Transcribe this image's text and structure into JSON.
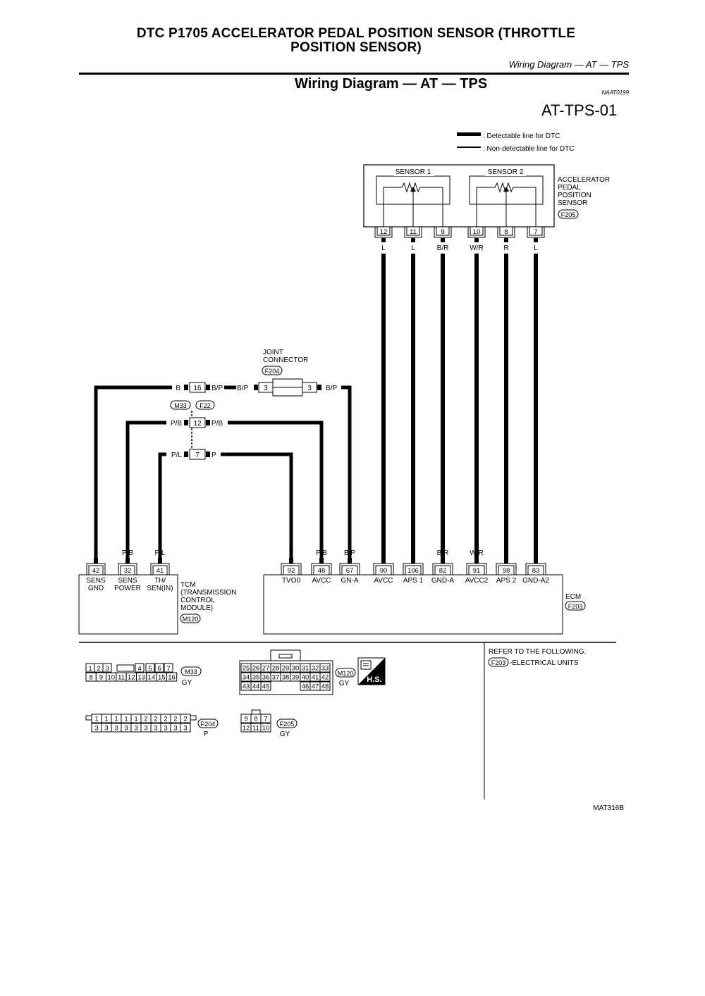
{
  "header": {
    "title_line1": "DTC P1705 ACCELERATOR PEDAL POSITION SENSOR (THROTTLE",
    "title_line2": "POSITION SENSOR)",
    "subtitle": "Wiring Diagram — AT — TPS"
  },
  "diagram": {
    "section_title": "Wiring Diagram — AT — TPS",
    "ref_code": "NAAT0199",
    "diagram_id": "AT-TPS-01",
    "legend": {
      "detectable": ": Detectable line for DTC",
      "non_detectable": ": Non-detectable line for DTC"
    },
    "sensor": {
      "sensor1": "SENSOR 1",
      "sensor2": "SENSOR 2",
      "label": [
        "ACCELERATOR",
        "PEDAL",
        "POSITION",
        "SENSOR"
      ],
      "connector": "F205",
      "pins": [
        "12",
        "11",
        "9",
        "10",
        "8",
        "7"
      ],
      "wires": [
        "L",
        "L",
        "B/R",
        "W/R",
        "R",
        "L"
      ]
    },
    "joint": {
      "label": [
        "JOINT",
        "CONNECTOR"
      ],
      "connector": "F204",
      "pin_left": "3",
      "pin_right": "3",
      "wire_left": "B/P",
      "wire_right": "B/P"
    },
    "harness": {
      "m_connector": "M33",
      "f_connector": "F22",
      "pin16": "16",
      "pin12": "12",
      "pin7": "7",
      "w16_left": "B",
      "w16_right": "B/P",
      "w12_left": "P/B",
      "w12_right": "P/B",
      "w7_left": "P/L",
      "w7_right": "P"
    },
    "tcm": {
      "pins": [
        "42",
        "32",
        "41"
      ],
      "wires": [
        "B",
        "P/B",
        "P/L"
      ],
      "names_line1": [
        "SENS",
        "SENS",
        "TH/"
      ],
      "names_line2": [
        "GND",
        "POWER",
        "SEN(IN)"
      ],
      "label": [
        "TCM",
        "(TRANSMISSION",
        "CONTROL",
        "MODULE)"
      ],
      "connector": "M120"
    },
    "ecm": {
      "pins": [
        "92",
        "48",
        "67",
        "90",
        "106",
        "82",
        "91",
        "98",
        "83"
      ],
      "wires": [
        "P",
        "P/B",
        "B/P",
        "L",
        "L",
        "B/R",
        "W/R",
        "R",
        "L"
      ],
      "names": [
        "TVO0",
        "AVCC",
        "GN-A",
        "AVCC",
        "APS 1",
        "GND-A",
        "AVCC2",
        "APS 2",
        "GND-A2"
      ],
      "label": "ECM",
      "connector": "F203"
    },
    "connectors": {
      "m33_top": [
        "1",
        "2",
        "3",
        "",
        "4",
        "5",
        "6",
        "7"
      ],
      "m33_bottom": [
        "8",
        "9",
        "10",
        "11",
        "12",
        "13",
        "14",
        "15",
        "16"
      ],
      "m33_name": "M33",
      "m33_color": "GY",
      "m120_row1": [
        "25",
        "26",
        "27",
        "28",
        "29",
        "30",
        "31",
        "32",
        "33"
      ],
      "m120_row2": [
        "34",
        "35",
        "36",
        "37",
        "38",
        "39",
        "40",
        "41",
        "42"
      ],
      "m120_row3": [
        "43",
        "44",
        "45",
        "",
        "",
        "",
        "46",
        "47",
        "48"
      ],
      "m120_name": "M120",
      "m120_color": "GY",
      "hs_label": "H.S.",
      "f204_top": [
        "1",
        "1",
        "1",
        "1",
        "1",
        "2",
        "2",
        "2",
        "2",
        "2"
      ],
      "f204_bottom": [
        "3",
        "3",
        "3",
        "3",
        "3",
        "3",
        "3",
        "3",
        "3",
        "3"
      ],
      "f204_name": "F204",
      "f204_color": "P",
      "f205_top": [
        "9",
        "8",
        "7"
      ],
      "f205_bottom": [
        "12",
        "11",
        "10"
      ],
      "f205_name": "F205",
      "f205_color": "GY"
    },
    "refer": {
      "line1": "REFER TO THE FOLLOWING.",
      "connector": "F203",
      "line2": "-ELECTRICAL UNITS"
    },
    "figure_id": "MAT316B"
  }
}
